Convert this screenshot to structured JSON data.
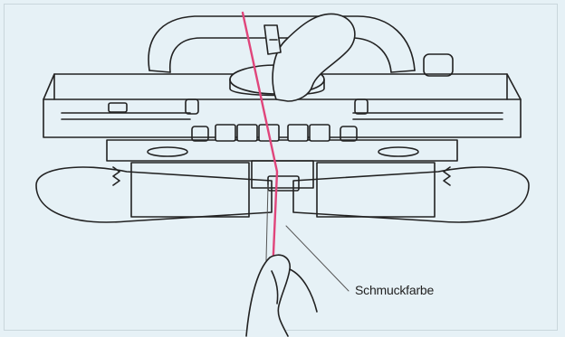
{
  "figure": {
    "annotation_label": "Schmuckfarbe",
    "colors": {
      "background": "#e6f1f6",
      "line": "#222222",
      "yarn_accent": "#e0457b"
    },
    "elements": [
      "knitting-machine-carriage",
      "carriage-handle",
      "tension-dial",
      "needle-selector-buttons",
      "hand-upper",
      "hand-lower",
      "yarn-contrast-color"
    ]
  }
}
